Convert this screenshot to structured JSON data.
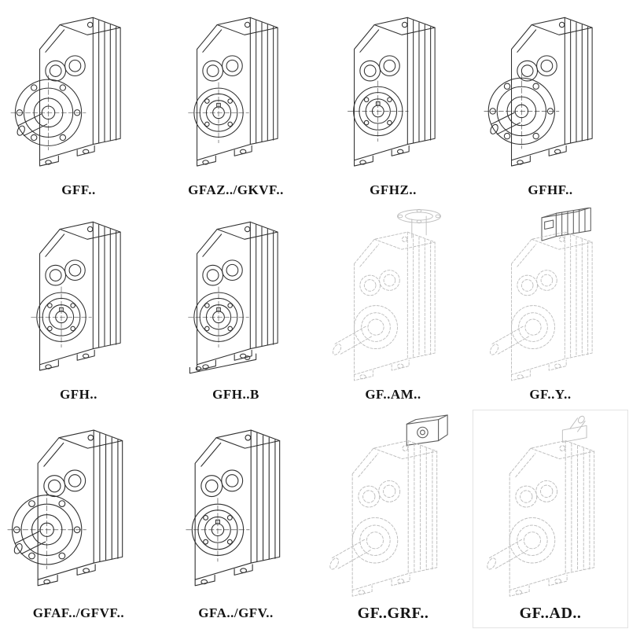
{
  "colors": {
    "ink": "#303030",
    "faint": "#bdbdbd",
    "dark": "#5c5c5c",
    "label": "#141414",
    "background": "#ffffff"
  },
  "grid": {
    "rows": 3,
    "cols": 4,
    "items": [
      {
        "label": "GFF..",
        "drawing": "gearbox-output-flange",
        "line_style": "solid"
      },
      {
        "label": "GFAZ../GKVF..",
        "drawing": "gearbox-hollow-shaft",
        "line_style": "solid"
      },
      {
        "label": "GFHZ..",
        "drawing": "gearbox-hollow-shaft",
        "line_style": "solid"
      },
      {
        "label": "GFHF..",
        "drawing": "gearbox-output-flange",
        "line_style": "solid"
      },
      {
        "label": "GFH..",
        "drawing": "gearbox-hollow-shaft",
        "line_style": "solid"
      },
      {
        "label": "GFH..B",
        "drawing": "gearbox-hollow-shaft-foot",
        "line_style": "solid"
      },
      {
        "label": "GF..AM..",
        "drawing": "gearbox-with-input-flange",
        "line_style": "phantom"
      },
      {
        "label": "GF..Y..",
        "drawing": "gearbox-with-motor",
        "line_style": "phantom"
      },
      {
        "label": "GFAF../GFVF..",
        "drawing": "gearbox-output-flange",
        "line_style": "solid"
      },
      {
        "label": "GFA../GFV..",
        "drawing": "gearbox-hollow-shaft",
        "line_style": "solid"
      },
      {
        "label": "GF..GRF..",
        "drawing": "gearbox-with-input-adapter",
        "line_style": "phantom"
      },
      {
        "label": "GF..AD..",
        "drawing": "gearbox-with-input-shaft",
        "line_style": "phantom"
      }
    ]
  }
}
